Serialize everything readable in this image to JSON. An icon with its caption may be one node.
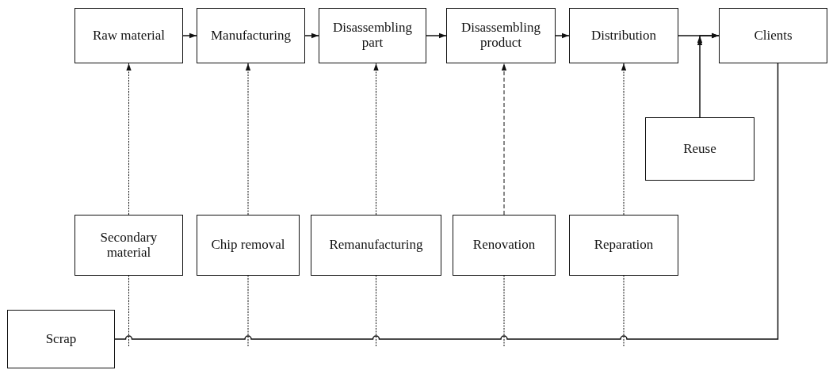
{
  "diagram": {
    "nodes": [
      {
        "text": [
          "Raw material"
        ]
      },
      {
        "text": [
          "Manufacturing"
        ]
      },
      {
        "text": [
          "Disassembling part"
        ]
      },
      {
        "text": [
          "Disassembling product"
        ]
      },
      {
        "text": [
          "Distribution"
        ]
      },
      {
        "text": [
          "Clients"
        ]
      },
      {
        "text": [
          "Reuse"
        ]
      },
      {
        "text": [
          "Secondary material"
        ]
      },
      {
        "text": [
          "Chip removal"
        ]
      },
      {
        "text": [
          "Remanufacturing"
        ]
      },
      {
        "text": [
          "Renovation"
        ]
      },
      {
        "text": [
          "Reparation"
        ]
      },
      {
        "text": [
          "Scrap"
        ]
      }
    ],
    "edges": [
      {
        "from": 0,
        "to": 1,
        "arrow": "to"
      },
      {
        "from": 1,
        "to": 2,
        "arrow": "to"
      },
      {
        "from": 2,
        "to": 3,
        "arrow": "to"
      },
      {
        "from": 3,
        "to": 4,
        "arrow": "to"
      },
      {
        "from": 4,
        "to": 5,
        "arrow": "to"
      },
      {
        "from": 6,
        "to": 5,
        "arrow": "to"
      },
      {
        "from": 7,
        "to": 0,
        "arrow": "to",
        "style": "dashed"
      },
      {
        "from": 8,
        "to": 1,
        "arrow": "to",
        "style": "dashed"
      },
      {
        "from": 9,
        "to": 2,
        "arrow": "to",
        "style": "dashed"
      },
      {
        "from": 10,
        "to": 3,
        "arrow": "to",
        "style": "dashed"
      },
      {
        "from": 11,
        "to": 4,
        "arrow": "to",
        "style": "dashed"
      },
      {
        "from": 5,
        "to": 12,
        "arrow": "none"
      },
      {
        "from": null,
        "to": 7,
        "arrow": "none",
        "style": "dashed"
      },
      {
        "from": null,
        "to": 8,
        "arrow": "none",
        "style": "dashed"
      },
      {
        "from": null,
        "to": 9,
        "arrow": "none",
        "style": "dashed"
      },
      {
        "from": null,
        "to": 10,
        "arrow": "none",
        "style": "dashed"
      },
      {
        "from": null,
        "to": 11,
        "arrow": "none",
        "style": "dashed"
      }
    ]
  }
}
